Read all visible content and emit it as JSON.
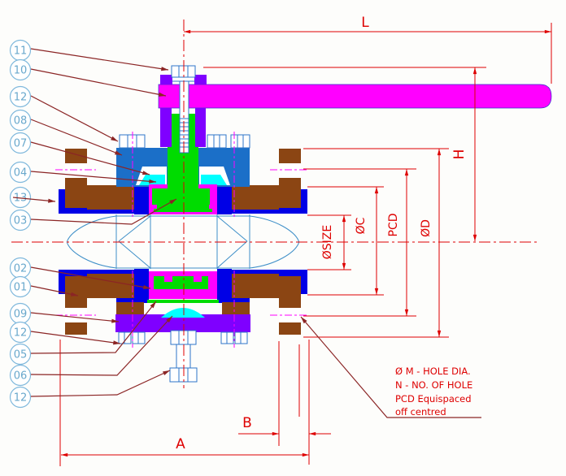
{
  "drawing": {
    "type": "valve-cross-section",
    "dimension_labels": {
      "length": "L",
      "height": "H",
      "bore": "ØSIZE",
      "c_dia": "ØC",
      "pcd": "PCD",
      "flange_dia": "ØD",
      "face_to_face": "A",
      "flange_thickness": "B"
    },
    "balloons": [
      "11",
      "10",
      "12",
      "08",
      "07",
      "04",
      "13",
      "03",
      "02",
      "01",
      "09",
      "12",
      "05",
      "06",
      "12"
    ],
    "note": {
      "lines": [
        "Ø M - HOLE DIA.",
        "N - NO.  OF  HOLE",
        "PCD  Equispaced",
        "off centred"
      ]
    },
    "colors": {
      "handle_magenta": "#FF00FF",
      "cover_purple": "#7F00FF",
      "stem_green": "#00DC00",
      "seal_cyan": "#00FFFF",
      "flange_brown": "#8B4513",
      "body_blue": "#0000E6",
      "bonnet_blue": "#1B6FC8",
      "dimension_red": "#DE0000",
      "leader_maroon": "#8B2525",
      "balloon_blue": "#7FB8DC",
      "bolt_outline_blue": "#2E75C8"
    }
  }
}
